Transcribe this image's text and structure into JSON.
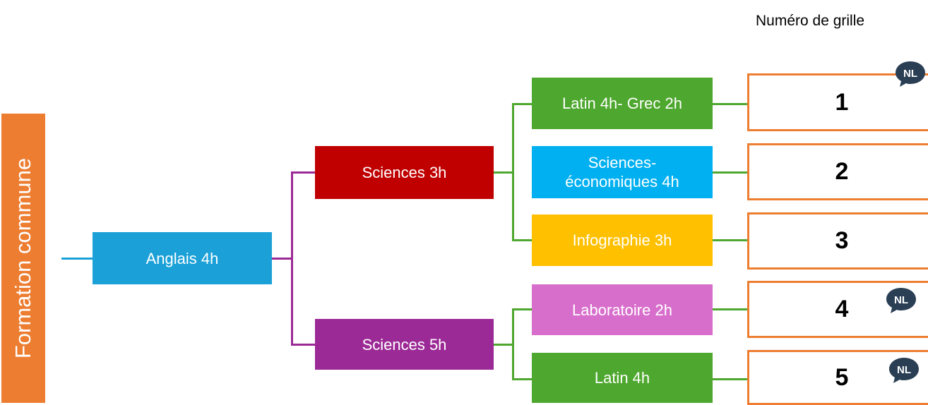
{
  "header": {
    "label": "Numéro de grille"
  },
  "formation": {
    "label": "Formation commune"
  },
  "nodes": {
    "anglais": "Anglais 4h",
    "sciences3": "Sciences 3h",
    "sciences5": "Sciences 5h",
    "latin_grec": "Latin 4h- Grec 2h",
    "sciences_eco": "Sciences-\néconomiques 4h",
    "infographie": "Infographie 3h",
    "laboratoire": "Laboratoire 2h",
    "latin": "Latin 4h"
  },
  "grilles": [
    "1",
    "2",
    "3",
    "4",
    "5"
  ],
  "badge": {
    "label": "NL",
    "icon": "speech-bubble-icon"
  },
  "colors": {
    "formation": "#ED7D31",
    "anglais": "#1BA1D8",
    "sciences3": "#C00000",
    "sciences5": "#9C2A96",
    "latin_grec": "#4EA72E",
    "sciences_eco": "#00B0F0",
    "infographie": "#FFC000",
    "laboratoire": "#D86ECC",
    "latin": "#4EA72E",
    "grid_border": "#ED7D31"
  }
}
